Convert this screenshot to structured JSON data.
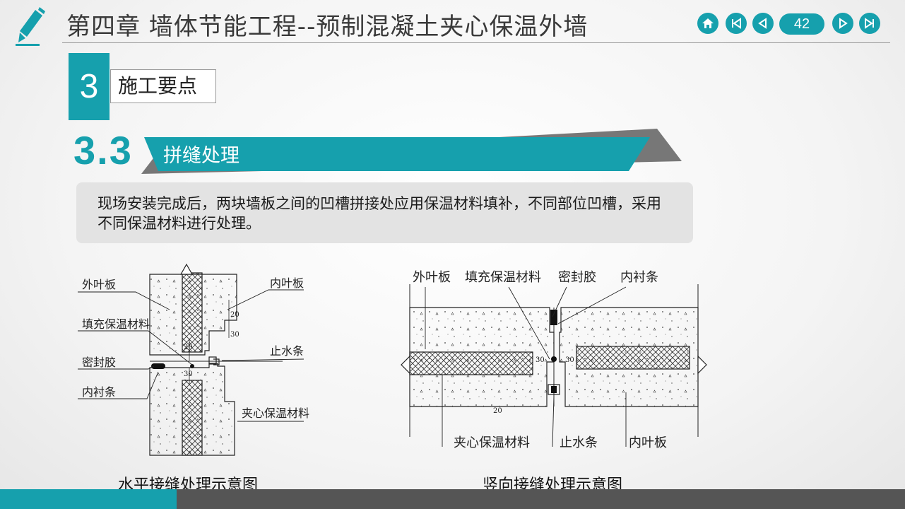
{
  "header": {
    "title": "第四章  墙体节能工程--预制混凝土夹心保温外墙",
    "page_number": "42",
    "nav_icons": [
      "home-icon",
      "first-page-icon",
      "prev-page-icon",
      "next-page-icon",
      "last-page-icon"
    ]
  },
  "section": {
    "number": "3",
    "title": "施工要点"
  },
  "subsection": {
    "number": "3.3",
    "title": "拼缝处理"
  },
  "description": "现场安装完成后，两块墙板之间的凹槽拼接处应用保温材料填补，不同部位凹槽，采用不同保温材料进行处理。",
  "diagram_horizontal": {
    "caption": "水平接缝处理示意图",
    "labels": {
      "outer_panel": "外叶板",
      "inner_panel": "内叶板",
      "fill_insulation": "填充保温材料",
      "sealant": "密封胶",
      "liner_strip": "内衬条",
      "water_stop": "止水条",
      "sandwich_insulation": "夹心保温材料"
    },
    "dims": [
      "20",
      "30",
      "20",
      "30"
    ]
  },
  "diagram_vertical": {
    "caption": "竖向接缝处理示意图",
    "labels": {
      "outer_panel": "外叶板",
      "fill_insulation": "填充保温材料",
      "sealant": "密封胶",
      "liner_strip": "内衬条",
      "sandwich_insulation": "夹心保温材料",
      "water_stop": "止水条",
      "inner_panel": "内叶板"
    },
    "dims": [
      "30",
      "30",
      "20"
    ]
  },
  "colors": {
    "accent": "#16a0ad",
    "footer_gray": "#555555",
    "desc_bg": "#e3e3e3"
  }
}
